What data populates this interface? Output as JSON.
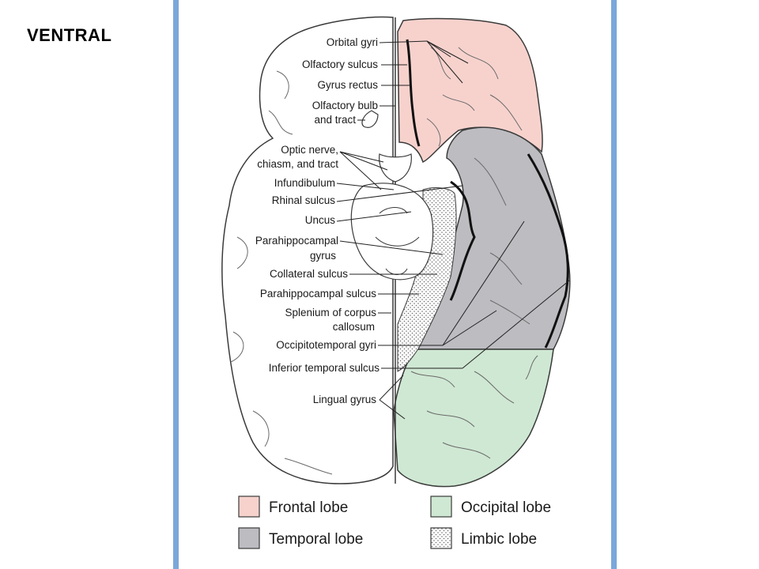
{
  "title": "VENTRAL",
  "colors": {
    "frame": "#7aa7d9",
    "frontal": "#f7d2cd",
    "temporal": "#bcbcc1",
    "occipital": "#cfe8d3",
    "limbic_dot": "#6a6a6a",
    "outline": "#3a3a3a"
  },
  "labels": {
    "orbital_gyri": "Orbital gyri",
    "olfactory_sulcus": "Olfactory sulcus",
    "gyrus_rectus": "Gyrus rectus",
    "olfactory_bulb_1": "Olfactory bulb",
    "olfactory_bulb_2": "and tract",
    "optic_1": "Optic nerve,",
    "optic_2": "chiasm, and tract",
    "infundibulum": "Infundibulum",
    "rhinal_sulcus": "Rhinal sulcus",
    "uncus": "Uncus",
    "parahippocampal_gyrus_1": "Parahippocampal",
    "parahippocampal_gyrus_2": "gyrus",
    "collateral_sulcus": "Collateral sulcus",
    "parahippocampal_sulcus": "Parahippocampal sulcus",
    "splenium_1": "Splenium of corpus",
    "splenium_2": "callosum",
    "occipitotemporal_gyri": "Occipitotemporal gyri",
    "inferior_temporal_sulcus": "Inferior temporal sulcus",
    "lingual_gyrus": "Lingual gyrus"
  },
  "legend": {
    "frontal": "Frontal lobe",
    "temporal": "Temporal lobe",
    "occipital": "Occipital lobe",
    "limbic": "Limbic lobe"
  }
}
